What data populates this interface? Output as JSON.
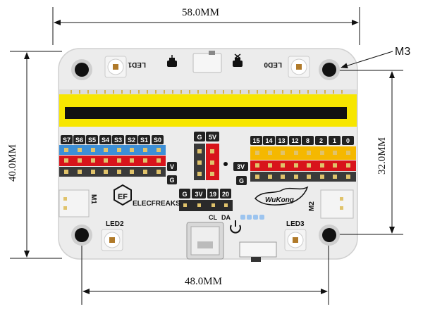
{
  "dimensions": {
    "width": "58.0MM",
    "height": "40.0MM",
    "hole_spacing_x": "48.0MM",
    "hole_spacing_y": "32.0MM",
    "hole_label": "M3"
  },
  "board": {
    "led_top_left": "LED1",
    "led_top_right": "LED0",
    "led_bottom_left": "LED2",
    "led_bottom_right": "LED3",
    "motor_left": "M1",
    "motor_right": "M2",
    "brand": "ELECFREAKS",
    "logo": "WuKong",
    "i2c_labels": [
      "G",
      "3V",
      "19",
      "20"
    ],
    "i2c_sub_labels": [
      "CL",
      "DA"
    ],
    "servo_pins": [
      "S7",
      "S6",
      "S5",
      "S4",
      "S3",
      "S2",
      "S1",
      "S0"
    ],
    "servo_rails": [
      "V",
      "G"
    ],
    "io_pins": [
      "15",
      "14",
      "13",
      "12",
      "8",
      "2",
      "1",
      "0"
    ],
    "io_rails": [
      "3V",
      "G"
    ],
    "center_pins": [
      "G",
      "5V"
    ],
    "power_icon": "power-symbol"
  },
  "colors": {
    "board": "#ececec",
    "yellow_header": "#f7e600",
    "blue_row": "#3d8fd6",
    "red_row": "#d8141b",
    "black_row": "#3a3a3a",
    "yellow_row": "#f5b800"
  }
}
